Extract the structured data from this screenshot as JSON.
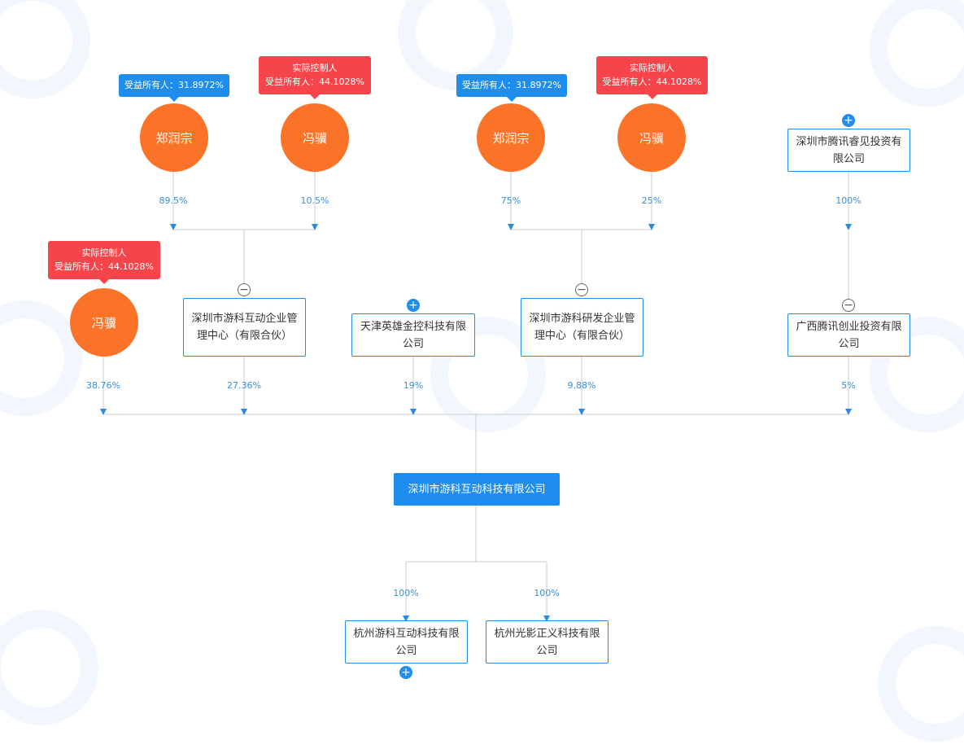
{
  "tags": {
    "zheng_runzong_1": [
      "受益所有人：31.8972%"
    ],
    "feng_ji_1": [
      "实际控制人",
      "受益所有人：44.1028%"
    ],
    "zheng_runzong_2": [
      "受益所有人：31.8972%"
    ],
    "feng_ji_2": [
      "实际控制人",
      "受益所有人：44.1028%"
    ],
    "feng_ji_3": [
      "实际控制人",
      "受益所有人：44.1028%"
    ]
  },
  "persons": {
    "zheng_runzong_1": "郑润宗",
    "feng_ji_1": "冯骥",
    "zheng_runzong_2": "郑润宗",
    "feng_ji_2": "冯骥",
    "feng_ji_3": "冯骥"
  },
  "companies": {
    "tencent_ruijian": "深圳市腾讯睿见投资有限公司",
    "youke_hudong_center": "深圳市游科互动企业管理中心（有限合伙）",
    "tianjin_yingxiong": "天津英雄金控科技有限公司",
    "youke_yanfa_center": "深圳市游科研发企业管理中心（有限合伙）",
    "guangxi_tencent": "广西腾讯创业投资有限公司",
    "main": "深圳市游科互动科技有限公司",
    "hangzhou_youke": "杭州游科互动科技有限公司",
    "hangzhou_guangying": "杭州光影正义科技有限公司"
  },
  "percentages": {
    "p_zheng_1": "89.5%",
    "p_feng_1": "10.5%",
    "p_zheng_2": "75%",
    "p_feng_2": "25%",
    "p_tencent_ruijian": "100%",
    "p_feng_3": "38.76%",
    "p_hudong_center": "27.36%",
    "p_tianjin": "19%",
    "p_yanfa_center": "9.88%",
    "p_guangxi": "5%",
    "p_hangzhou_youke": "100%",
    "p_hangzhou_guangying": "100%"
  },
  "toggles": {
    "plus": "+",
    "minus": "−"
  },
  "colors": {
    "person": "#fa7328",
    "line": "#bfc6cf",
    "accent_blue": "#1f8ded",
    "controller_red": "#f5454b",
    "percent_text": "#3a8fd9"
  }
}
